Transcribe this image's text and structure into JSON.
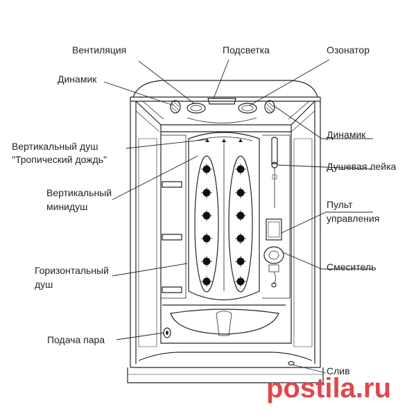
{
  "labels": {
    "ventilation": "Вентиляция",
    "backlight": "Подсветка",
    "ozonator": "Озонатор",
    "speaker_left": "Динамик",
    "speaker_right": "Динамик",
    "rain_shower_line1": "Вертикальный душ",
    "rain_shower_line2": "\"Тропический дождь\"",
    "hand_shower": "Душевая лейка",
    "mini_shower_line1": "Вертикальный",
    "mini_shower_line2": "минидуш",
    "control_panel_line1": "Пульт",
    "control_panel_line2": "управления",
    "mixer": "Смеситель",
    "horizontal_shower_line1": "Горизонтальный",
    "horizontal_shower_line2": "душ",
    "steam_supply": "Подача пара",
    "drain": "Слив"
  },
  "watermark": {
    "text": "postila.ru",
    "color": "#e0464a"
  },
  "colors": {
    "line": "#222222",
    "jet": "#111111"
  }
}
